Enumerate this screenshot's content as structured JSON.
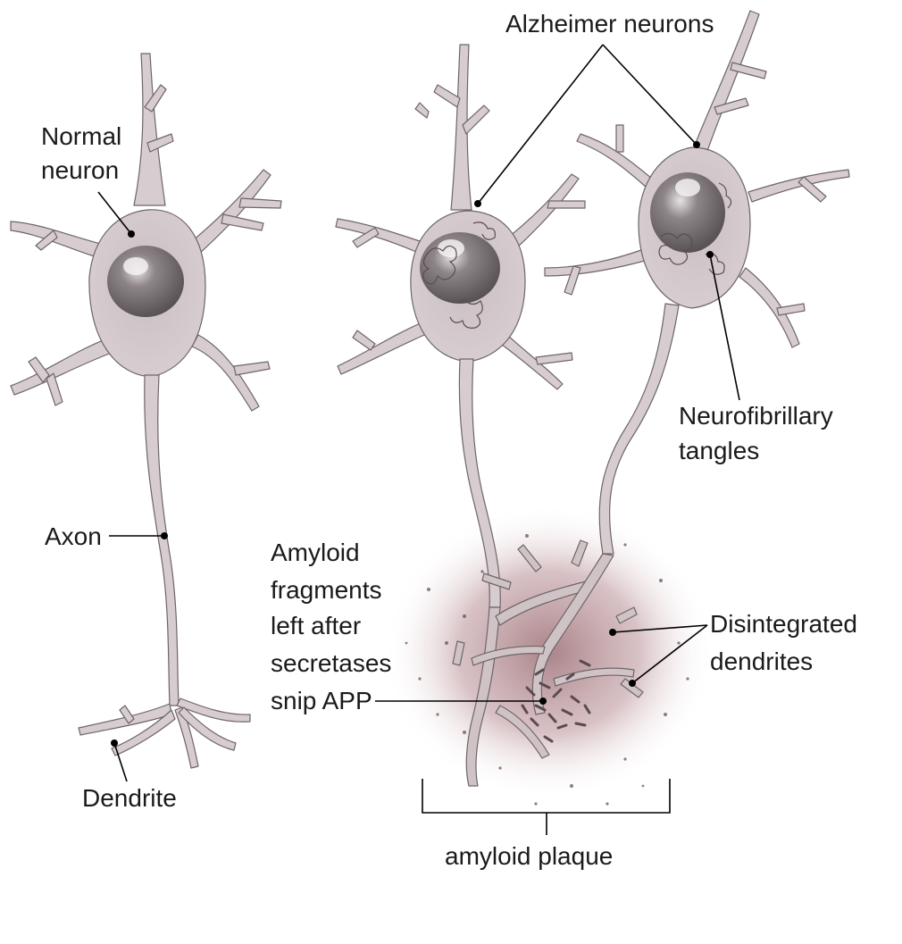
{
  "labels": {
    "normal_neuron_line1": "Normal",
    "normal_neuron_line2": "neuron",
    "alzheimer_neurons": "Alzheimer neurons",
    "neurofibrillary_line1": "Neurofibrillary",
    "neurofibrillary_line2": "tangles",
    "axon": "Axon",
    "amyloid_fragments_line1": "Amyloid",
    "amyloid_fragments_line2": "fragments",
    "amyloid_fragments_line3": "left after",
    "amyloid_fragments_line4": "secretases",
    "amyloid_fragments_line5": "snip APP",
    "disintegrated_line1": "Disintegrated",
    "disintegrated_line2": "dendrites",
    "dendrite": "Dendrite",
    "amyloid_plaque": "amyloid plaque"
  },
  "colors": {
    "neuron_fill": "#d7cdd0",
    "neuron_edge": "#6e6568",
    "nucleus_fill": "#77706f",
    "plaque_center": "#9b6e75",
    "label_text": "#1a1a1a"
  }
}
